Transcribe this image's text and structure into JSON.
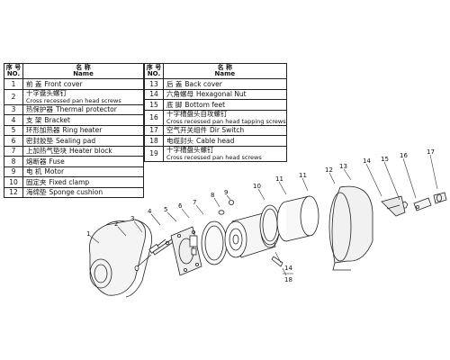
{
  "header": {
    "no_cn": "序 号",
    "no_en": "NO.",
    "name_cn": "名 称",
    "name_en": "Name"
  },
  "parts_left": [
    {
      "no": "1",
      "cn": "前 盖",
      "en": "Front cover"
    },
    {
      "no": "2",
      "cn": "十字盘头螺钉",
      "en": "Cross recessed pan head screws",
      "twoline": true
    },
    {
      "no": "3",
      "cn": "热保护器",
      "en": "Thermal protector"
    },
    {
      "no": "4",
      "cn": "支 架",
      "en": "Bracket"
    },
    {
      "no": "5",
      "cn": "环形加热器",
      "en": "Ring heater"
    },
    {
      "no": "6",
      "cn": "密封胶垫",
      "en": "Sealing pad"
    },
    {
      "no": "7",
      "cn": "上加热气垫块",
      "en": "Heater block"
    },
    {
      "no": "8",
      "cn": "熔断器",
      "en": "Fuse"
    },
    {
      "no": "9",
      "cn": "电 机",
      "en": "Motor"
    },
    {
      "no": "10",
      "cn": "固定夹",
      "en": "Fixed clamp"
    },
    {
      "no": "12",
      "cn": "海绵垫",
      "en": "Sponge cushion"
    }
  ],
  "parts_right": [
    {
      "no": "13",
      "cn": "后 盖",
      "en": "Back cover"
    },
    {
      "no": "14",
      "cn": "六角螺母",
      "en": "Hexagonal Nut"
    },
    {
      "no": "15",
      "cn": "底 脚",
      "en": "Bottom feet"
    },
    {
      "no": "16",
      "cn": "十字槽盘头自攻螺钉",
      "en": "Cross recessed pan head tapping screws",
      "twoline": true
    },
    {
      "no": "17",
      "cn": "空气开关组件",
      "en": "Dir Switch"
    },
    {
      "no": "18",
      "cn": "电缆封头",
      "en": "Cable head"
    },
    {
      "no": "19",
      "cn": "十字槽盘头螺钉",
      "en": "Cross recessed pan head screws",
      "twoline": true
    }
  ],
  "callouts": [
    "1",
    "2",
    "3",
    "4",
    "5",
    "6",
    "7",
    "8",
    "9",
    "10",
    "11",
    "11",
    "12",
    "13",
    "14",
    "15",
    "16",
    "17",
    "14",
    "18"
  ]
}
